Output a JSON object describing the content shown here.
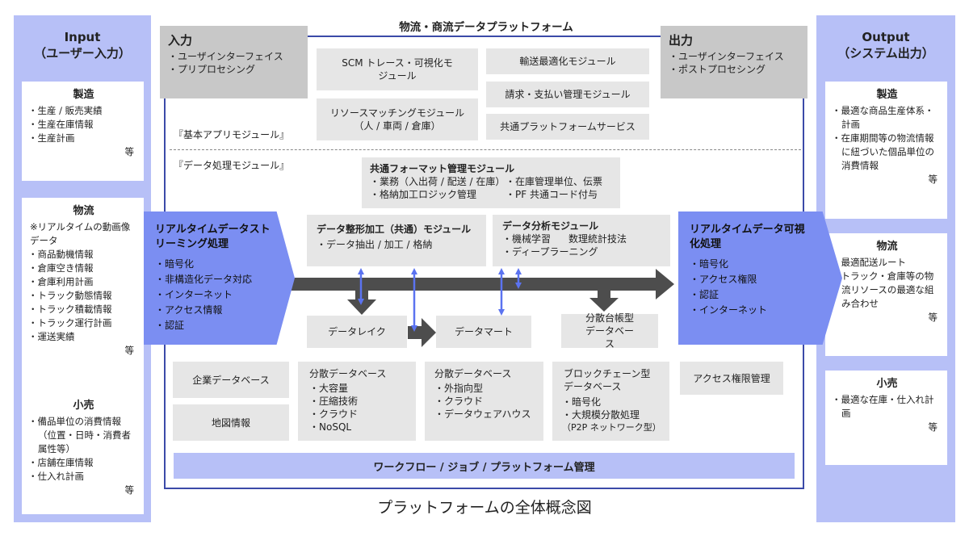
{
  "caption": "プラットフォームの全体概念図",
  "input": {
    "title_en": "Input",
    "title_jp": "（ユーザー入力）",
    "manufacturing": {
      "title": "製造",
      "items": [
        "生産 / 販売実績",
        "生産在庫情報",
        "生産計画"
      ],
      "etc": "等"
    },
    "logistics": {
      "title": "物流",
      "note": "※リアルタイムの動画像データ",
      "items": [
        "商品動機情報",
        "倉庫空き情報",
        "倉庫利用計画",
        "トラック動態情報",
        "トラック積載情報",
        "トラック運行計画",
        "運送実績"
      ],
      "etc": "等"
    },
    "retail": {
      "title": "小売",
      "items": [
        "備品単位の消費情報（位置・日時・消費者属性等）",
        "店舗在庫情報",
        "仕入れ計画"
      ],
      "etc": "等"
    }
  },
  "output": {
    "title_en": "Output",
    "title_jp": "（システム出力）",
    "manufacturing": {
      "title": "製造",
      "items": [
        "最適な商品生産体系・計画",
        "在庫期間等の物流情報に紐づいた個品単位の消費情報"
      ],
      "etc": "等"
    },
    "logistics": {
      "title": "物流",
      "items": [
        "最適配送ルート",
        "トラック・倉庫等の物流リソースの最適な組み合わせ"
      ],
      "etc": "等"
    },
    "retail": {
      "title": "小売",
      "items": [
        "最適な在庫・仕入れ計画"
      ],
      "etc": "等"
    }
  },
  "platform": {
    "title": "物流・商流データプラットフォーム",
    "in_box": {
      "title": "入力",
      "items": [
        "ユーザインターフェイス",
        "プリプロセシング"
      ]
    },
    "out_box": {
      "title": "出力",
      "items": [
        "ユーザインターフェイス",
        "ポストプロセシング"
      ]
    },
    "app_label": "『基本アプリモジュール』",
    "apps": [
      "SCM トレース・可視化モジュール",
      "輸送最適化モジュール",
      "リソースマッチングモジュール（人 / 車両 / 倉庫）",
      "請求・支払い管理モジュール",
      "共通プラットフォームサービス"
    ],
    "data_label": "『データ処理モジュール』",
    "common_format": {
      "title": "共通フォーマット管理モジュール",
      "items": [
        "業務（入出荷 / 配送 / 在庫）",
        "在庫管理単位、伝票",
        "格納加工ロジック管理",
        "PF 共通コード付与"
      ]
    },
    "shaping": {
      "title": "データ整形加工（共通）モジュール",
      "items": [
        "データ抽出 / 加工 / 格納"
      ]
    },
    "analysis": {
      "title": "データ分析モジュール",
      "items": [
        "機械学習",
        "数理統計技法",
        "ディープラーニング"
      ]
    },
    "rt_stream": {
      "title": "リアルタイムデータストリーミング処理",
      "items": [
        "暗号化",
        "非構造化データ対応",
        "インターネット",
        "アクセス情報",
        "認証"
      ]
    },
    "rt_visual": {
      "title": "リアルタイムデータ可視化処理",
      "items": [
        "暗号化",
        "アクセス権限",
        "認証",
        "インターネット"
      ]
    },
    "lake": "データレイク",
    "mart": "データマート",
    "ledger": "分散台帳型データベース",
    "corp_db": "企業データベース",
    "map_info": "地図情報",
    "dist_db1": {
      "title": "分散データベース",
      "items": [
        "大容量",
        "圧縮技術",
        "クラウド",
        "NoSQL"
      ]
    },
    "dist_db2": {
      "title": "分散データベース",
      "items": [
        "外指向型",
        "クラウド",
        "データウェアハウス"
      ]
    },
    "blockchain": {
      "title": "ブロックチェーン型データベース",
      "items": [
        "暗号化",
        "大規模分散処理"
      ],
      "note": "（P2P ネットワーク型）"
    },
    "access": "アクセス権限管理",
    "workflow": "ワークフロー / ジョブ / プラットフォーム管理"
  },
  "colors": {
    "accent": "#7b8ef2",
    "light": "#b7c0f7",
    "frame": "#3b4aa8",
    "arrow": "#4d4d4d"
  }
}
